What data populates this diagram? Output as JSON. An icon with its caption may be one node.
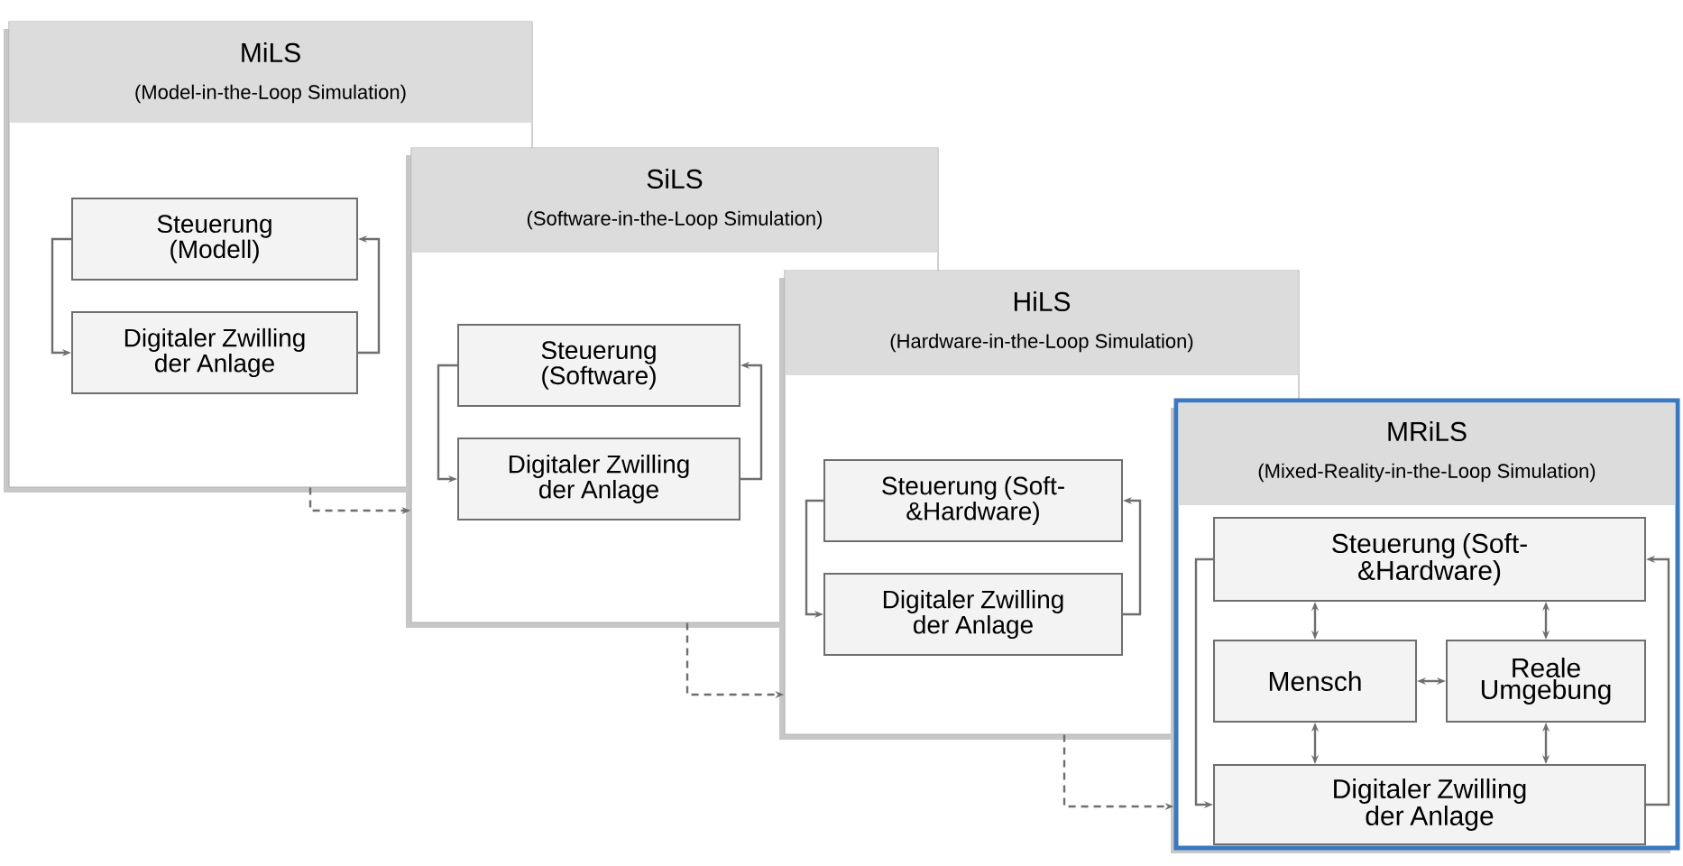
{
  "diagram": {
    "nodes": [
      {
        "text": [
          "MiLS",
          "(Model-in-the-Loop Simulation)"
        ]
      },
      {
        "text": [
          "Steuerung (Modell)"
        ],
        "in": 0
      },
      {
        "text": [
          "Digitaler Zwilling der Anlage"
        ],
        "in": 0
      },
      {
        "text": [
          "SiLS",
          "(Software-in-the-Loop Simulation)"
        ]
      },
      {
        "text": [
          "Steuerung (Software)"
        ],
        "in": 3
      },
      {
        "text": [
          "Digitaler Zwilling der Anlage"
        ],
        "in": 3
      },
      {
        "text": [
          "HiLS",
          "(Hardware-in-the-Loop Simulation)"
        ]
      },
      {
        "text": [
          "Steuerung (Soft-&Hardware)"
        ],
        "in": 6
      },
      {
        "text": [
          "Digitaler Zwilling der Anlage"
        ],
        "in": 6
      },
      {
        "text": [
          "MRiLS",
          "(Mixed-Reality-in-the-Loop Simulation)"
        ]
      },
      {
        "text": [
          "Steuerung (Soft-&Hardware)"
        ],
        "in": 9
      },
      {
        "text": [
          "Mensch"
        ],
        "in": 9
      },
      {
        "text": [
          "Reale Umgebung"
        ],
        "in": 9
      },
      {
        "text": [
          "Digitaler Zwilling der Anlage"
        ],
        "in": 9
      }
    ],
    "edges": [
      {
        "from": 1,
        "to": 2,
        "arrow": "to"
      },
      {
        "from": 2,
        "to": 1,
        "arrow": "to"
      },
      {
        "from": 4,
        "to": 5,
        "arrow": "to"
      },
      {
        "from": 5,
        "to": 4,
        "arrow": "to"
      },
      {
        "from": 7,
        "to": 8,
        "arrow": "to"
      },
      {
        "from": 8,
        "to": 7,
        "arrow": "to"
      },
      {
        "from": 10,
        "to": 13,
        "arrow": "to"
      },
      {
        "from": 13,
        "to": 10,
        "arrow": "to"
      },
      {
        "from": 10,
        "to": 11,
        "arrow": "both"
      },
      {
        "from": 10,
        "to": 12,
        "arrow": "both"
      },
      {
        "from": 11,
        "to": 12,
        "arrow": "both"
      },
      {
        "from": 11,
        "to": 13,
        "arrow": "both"
      },
      {
        "from": 12,
        "to": 13,
        "arrow": "both"
      },
      {
        "from": 0,
        "to": 3,
        "arrow": "to",
        "style": "dashed"
      },
      {
        "from": 3,
        "to": 6,
        "arrow": "to",
        "style": "dashed"
      },
      {
        "from": 6,
        "to": 9,
        "arrow": "to",
        "style": "dashed"
      }
    ]
  }
}
